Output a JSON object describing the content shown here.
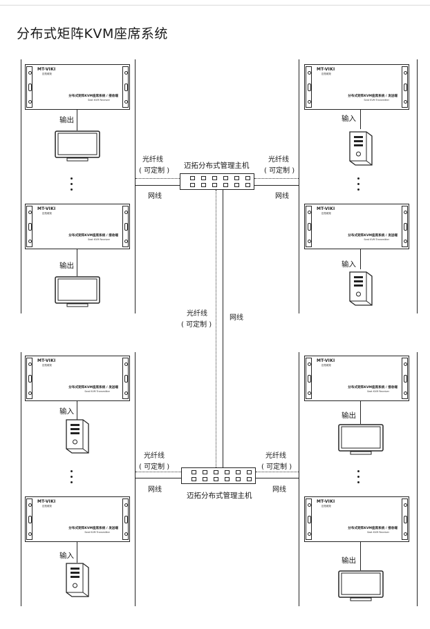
{
  "title": "分布式矩阵KVM座席系统",
  "brand": {
    "logo": "MT-VIKI",
    "sub": "迈拓维矩"
  },
  "units": {
    "receiver_title": "分布式矩阵KVM座席系统 / 接收端",
    "receiver_sub": "Seat KVM Receiver",
    "transmitter_title": "分布式矩阵KVM座席系统 / 发送端",
    "transmitter_sub": "Seat KVM Transmitter"
  },
  "labels": {
    "output": "输出",
    "input": "输入",
    "fiber": "光纤线",
    "customizable": "( 可定制 )",
    "network": "网线",
    "manager": "迈拓分布式管理主机"
  },
  "icons": [
    "monitor-icon",
    "pc-tower-icon",
    "switch-icon",
    "ellipsis-icon"
  ]
}
